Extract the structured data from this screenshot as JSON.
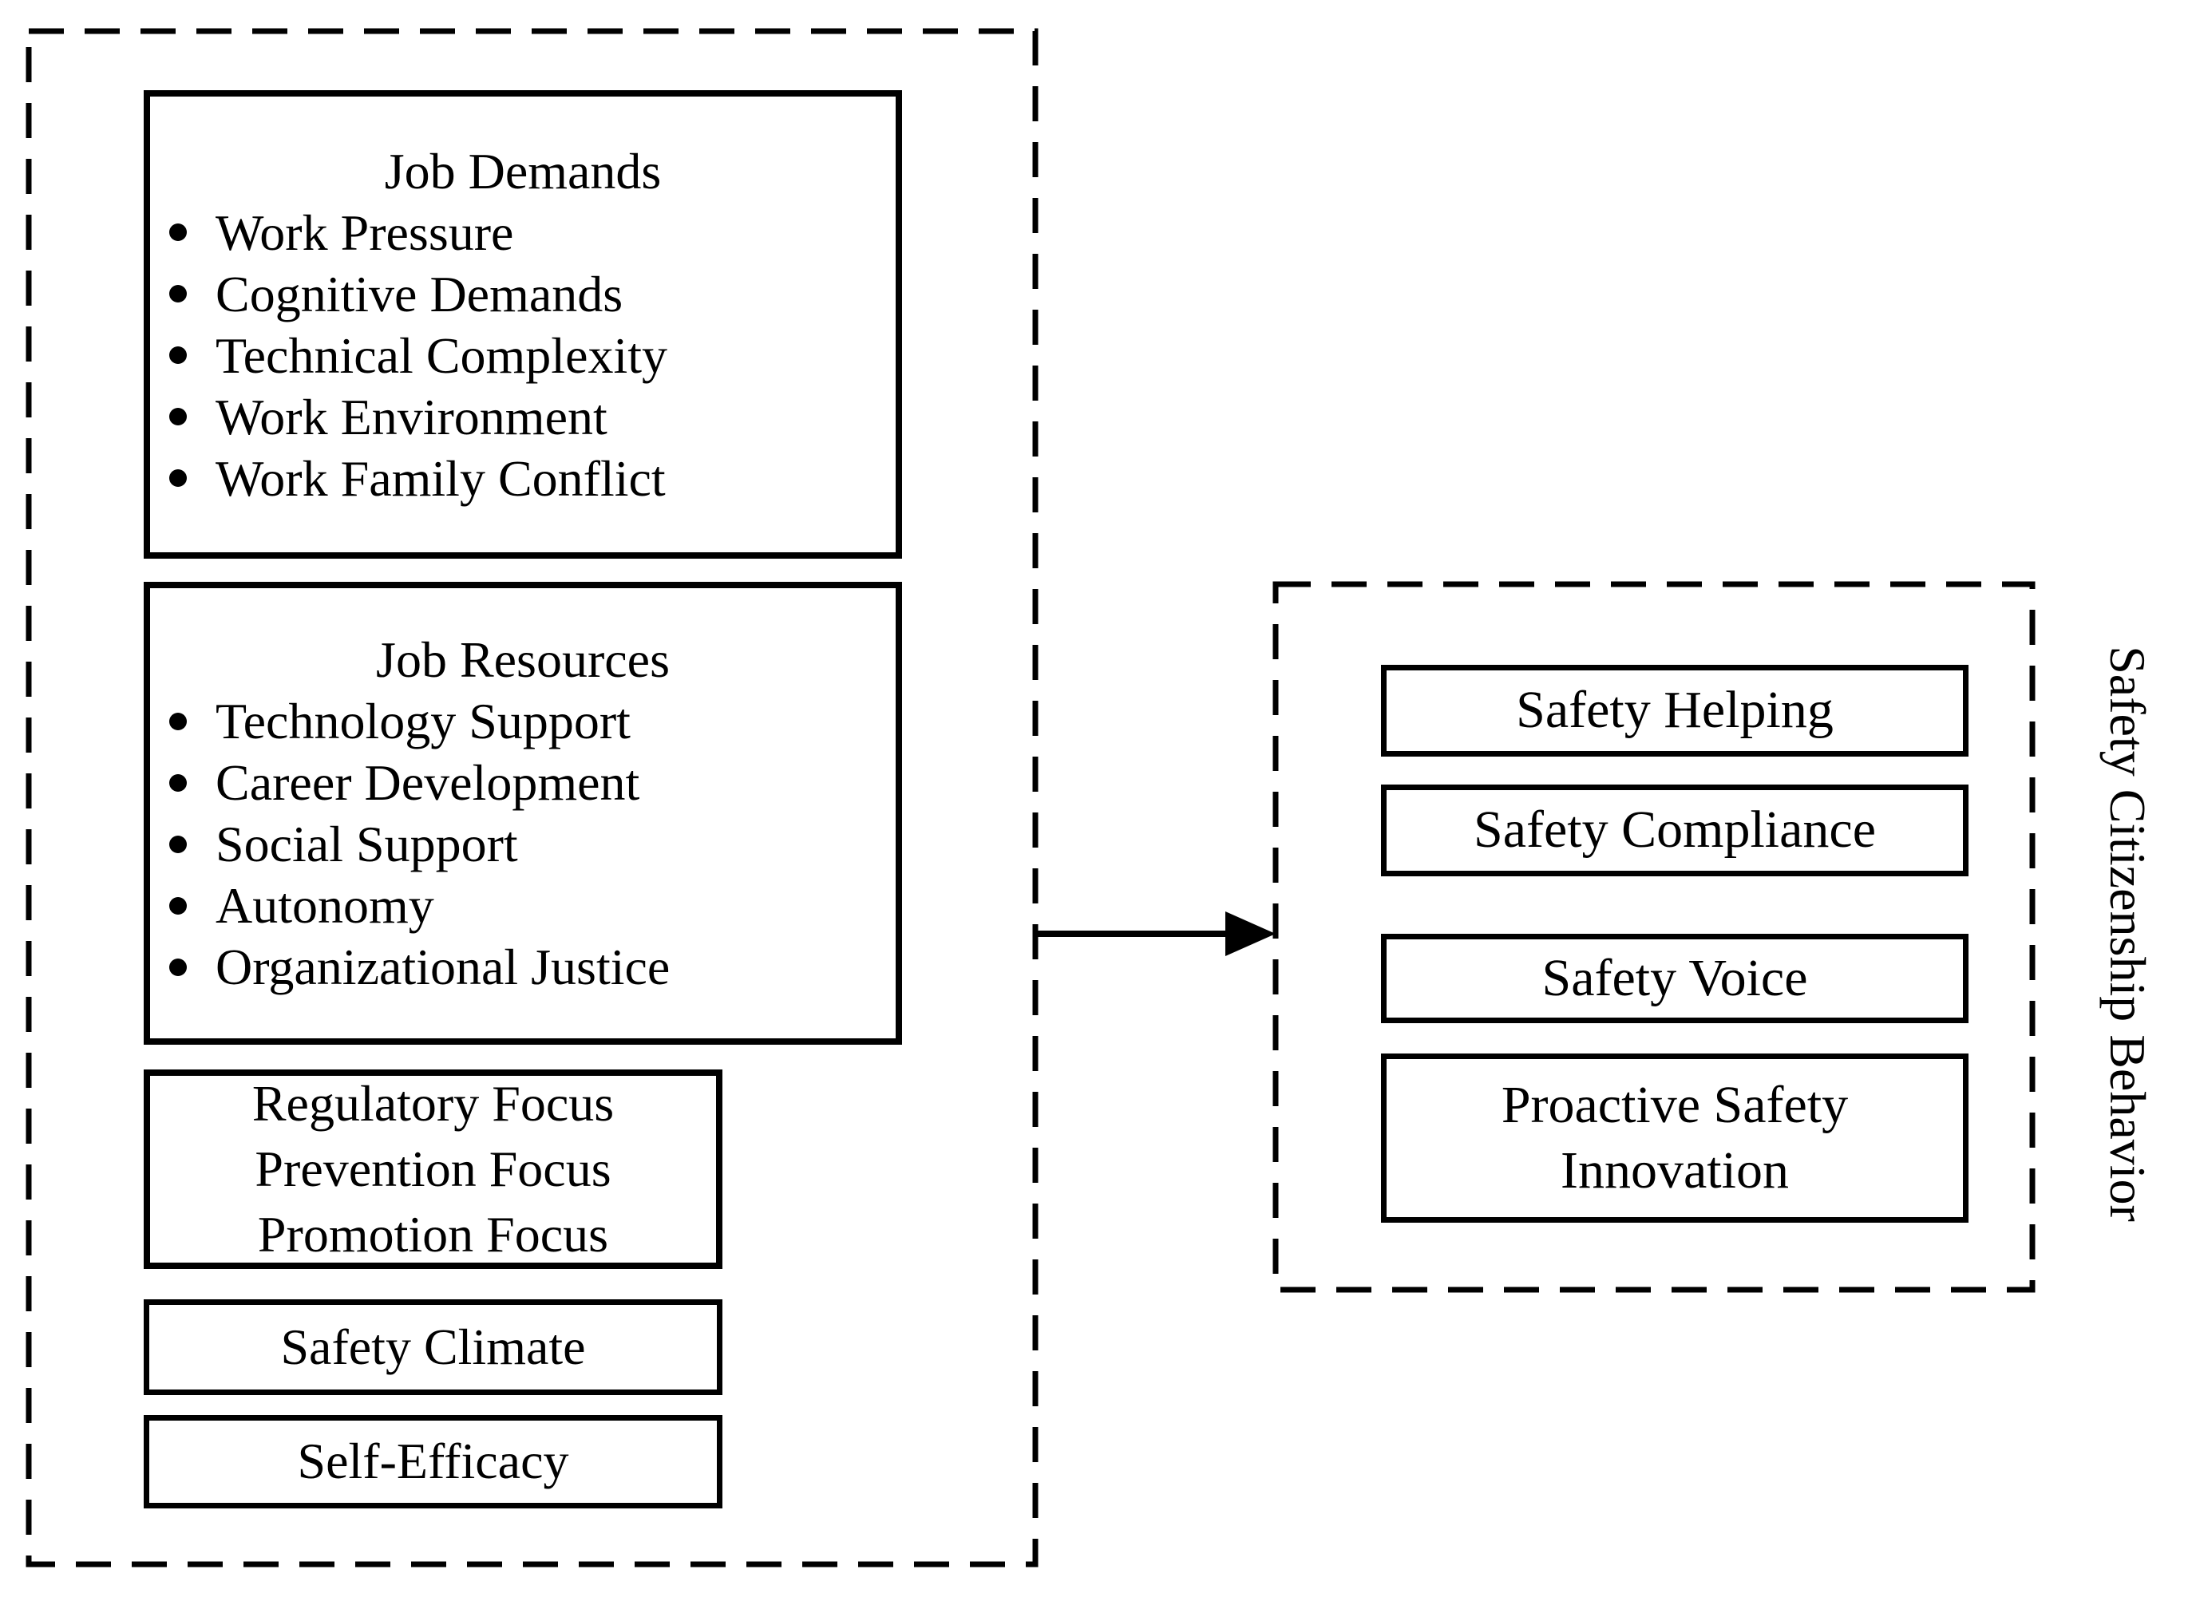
{
  "diagram": {
    "left_panel": {
      "job_demands": {
        "title": "Job Demands",
        "items": [
          "Work Pressure",
          "Cognitive Demands",
          "Technical Complexity",
          "Work Environment",
          "Work Family Conflict"
        ]
      },
      "job_resources": {
        "title": "Job Resources",
        "items": [
          "Technology Support",
          "Career Development",
          "Social Support",
          "Autonomy",
          "Organizational Justice"
        ]
      },
      "regulatory_focus": {
        "line1": "Regulatory Focus",
        "line2": "Prevention Focus",
        "line3": "Promotion Focus"
      },
      "safety_climate": "Safety Climate",
      "self_efficacy": "Self-Efficacy"
    },
    "right_panel": {
      "safety_helping": "Safety Helping",
      "safety_compliance": "Safety Compliance",
      "safety_voice": "Safety Voice",
      "proactive_safety_innovation": "Proactive Safety Innovation",
      "side_label": "Safety Citizenship Behavior"
    },
    "colors": {
      "ink": "#000000",
      "background": "#ffffff"
    }
  }
}
